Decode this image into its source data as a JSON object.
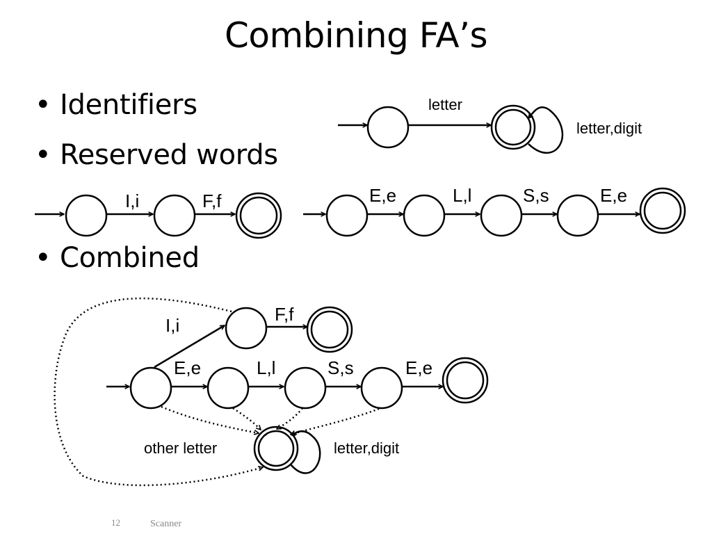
{
  "slide": {
    "title": "Combining FA’s",
    "bullets": [
      "Identifiers",
      "Reserved words",
      "Combined"
    ],
    "bullet_symbol": "•"
  },
  "identifier_fa": {
    "edge_label": "letter",
    "loop_label": "letter,digit"
  },
  "if_fa": {
    "labels": [
      "I,i",
      "F,f"
    ]
  },
  "else_fa": {
    "labels": [
      "E,e",
      "L,l",
      "S,s",
      "E,e"
    ]
  },
  "combined_fa": {
    "if_labels": [
      "I,i",
      "F,f"
    ],
    "else_labels": [
      "E,e",
      "L,l",
      "S,s",
      "E,e"
    ],
    "other_label": "other letter",
    "loop_label": "letter,digit"
  },
  "footer": {
    "page_number": "12",
    "text": "Scanner"
  },
  "colors": {
    "stroke": "#000000",
    "footer_text": "#888888"
  }
}
